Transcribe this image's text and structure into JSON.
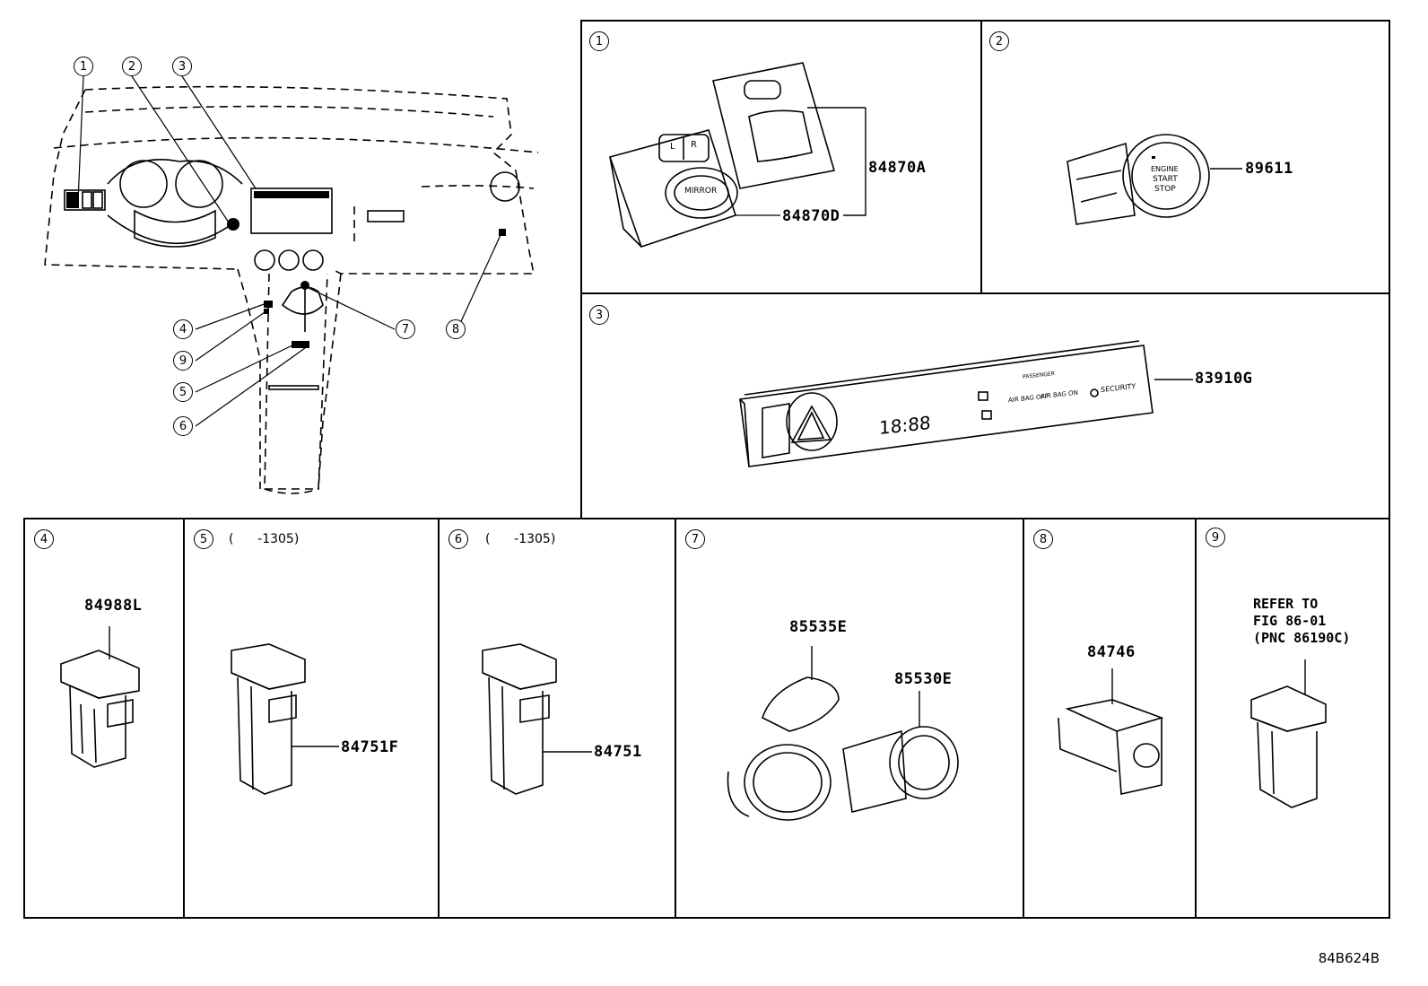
{
  "overview": {
    "callouts": [
      {
        "num": "1"
      },
      {
        "num": "2"
      },
      {
        "num": "3"
      },
      {
        "num": "4"
      },
      {
        "num": "9"
      },
      {
        "num": "5"
      },
      {
        "num": "6"
      },
      {
        "num": "7"
      },
      {
        "num": "8"
      }
    ]
  },
  "panels": {
    "p1": {
      "num": "1",
      "parts": [
        "84870A",
        "84870D"
      ],
      "mirror_label": "MIRROR",
      "lr_labels": [
        "L",
        "R"
      ]
    },
    "p2": {
      "num": "2",
      "parts": [
        "89611"
      ],
      "button_text": [
        "ENGINE",
        "START",
        "STOP"
      ]
    },
    "p3": {
      "num": "3",
      "parts": [
        "83910G"
      ],
      "clock": "18:88",
      "labels": {
        "security": "SECURITY",
        "passenger": "PASSENGER",
        "airbag_off": "AIR BAG OFF",
        "airbag_on": "AIR BAG ON"
      }
    },
    "p4": {
      "num": "4",
      "parts": [
        "84988L"
      ]
    },
    "p5": {
      "num": "5",
      "note": "(      -1305)",
      "parts": [
        "84751F"
      ]
    },
    "p6": {
      "num": "6",
      "note": "(      -1305)",
      "parts": [
        "84751"
      ]
    },
    "p7": {
      "num": "7",
      "parts": [
        "85535E",
        "85530E"
      ]
    },
    "p8": {
      "num": "8",
      "parts": [
        "84746"
      ]
    },
    "p9": {
      "num": "9",
      "refer": [
        "REFER TO",
        "FIG 86-01",
        "(PNC 86190C)"
      ]
    }
  },
  "figure_code": "84B624B",
  "colors": {
    "line": "#000000",
    "background": "#ffffff"
  }
}
